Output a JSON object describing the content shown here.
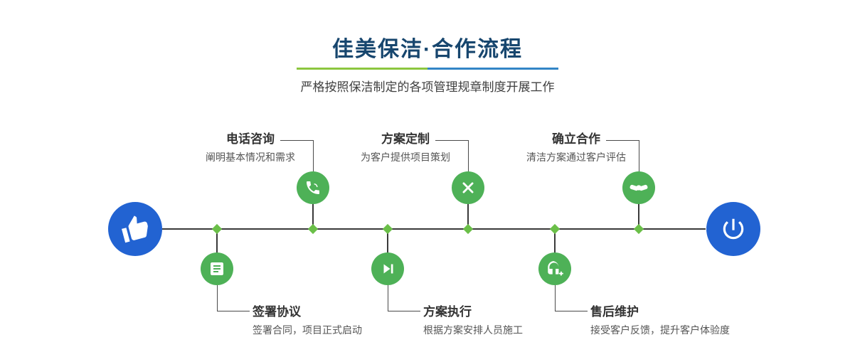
{
  "header": {
    "title": "佳美保洁·合作流程",
    "subtitle": "严格按照保洁制定的各项管理规章制度开展工作"
  },
  "timeline": {
    "start_icon": "hand-pointer-icon",
    "end_icon": "power-icon",
    "steps_top": [
      {
        "title": "电话咨询",
        "desc": "阐明基本情况和需求",
        "icon": "phone-icon"
      },
      {
        "title": "方案定制",
        "desc": "为客户提供项目策划",
        "icon": "design-tools-icon"
      },
      {
        "title": "确立合作",
        "desc": "清洁方案通过客户评估",
        "icon": "handshake-icon"
      }
    ],
    "steps_bottom": [
      {
        "title": "签署协议",
        "desc": "签署合同，项目正式启动",
        "icon": "contract-icon"
      },
      {
        "title": "方案执行",
        "desc": "根据方案安排人员施工",
        "icon": "play-icon"
      },
      {
        "title": "售后维护",
        "desc": "接受客户反馈，提升客户体验度",
        "icon": "headset-icon"
      }
    ]
  },
  "colors": {
    "accent_green": "#4eb157",
    "diamond_green": "#6abf48",
    "accent_blue": "#2263d2",
    "title_navy": "#17466e",
    "divider_green": "#8cc63f",
    "divider_blue": "#3385c6"
  }
}
